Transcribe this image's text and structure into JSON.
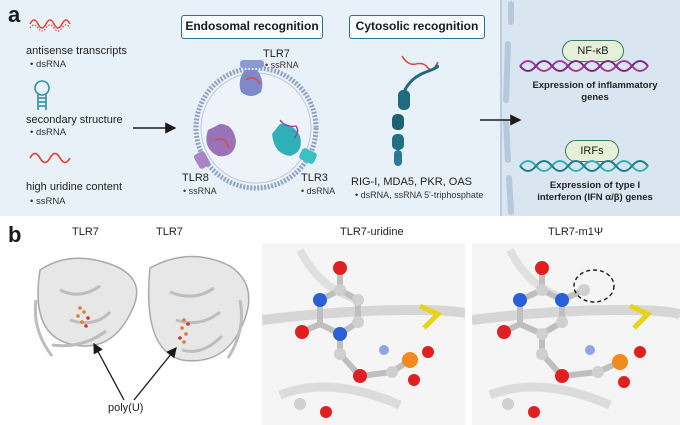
{
  "panel_a": {
    "letter": "a",
    "sources": [
      {
        "label": "antisense transcripts",
        "sub": "• dsRNA"
      },
      {
        "label": "secondary structure",
        "sub": "• dsRNA"
      },
      {
        "label": "high uridine content",
        "sub": "• ssRNA"
      }
    ],
    "endosomal_title": "Endosomal recognition",
    "cytosolic_title": "Cytosolic recognition",
    "receptors": [
      {
        "label": "TLR7",
        "sub": "• ssRNA"
      },
      {
        "label": "TLR8",
        "sub": "• ssRNA"
      },
      {
        "label": "TLR3",
        "sub": "• dsRNA"
      }
    ],
    "cytosolic_receptors": "RIG-I, MDA5, PKR, OAS",
    "cytosolic_sub": "• dsRNA, ssRNA 5'-triphosphate",
    "outcomes": [
      {
        "pill": "NF-κB",
        "text": "Expression of inflammatory genes"
      },
      {
        "pill": "IRFs",
        "text_line1": "Expression of type I",
        "text_line2": "interferon (IFN α/β) genes"
      }
    ]
  },
  "panel_b": {
    "letter": "b",
    "labels": [
      "TLR7",
      "TLR7",
      "TLR7-uridine",
      "TLR7-m1Ψ"
    ],
    "annotation": "poly(U)"
  },
  "colors": {
    "panel_bg": "#e9f1f8",
    "box_border": "#2b6f8e",
    "tlr7": "#7d89c8",
    "tlr8": "#9a72b8",
    "tlr3": "#2fb0b6",
    "rna": "#e0473d",
    "dna": "#a23aa0",
    "carbon": "#cfcfcf",
    "oxygen": "#e02020",
    "nitrogen": "#2a5fd8",
    "phosphorus": "#f08a1c",
    "sulfur": "#e8d31a"
  }
}
